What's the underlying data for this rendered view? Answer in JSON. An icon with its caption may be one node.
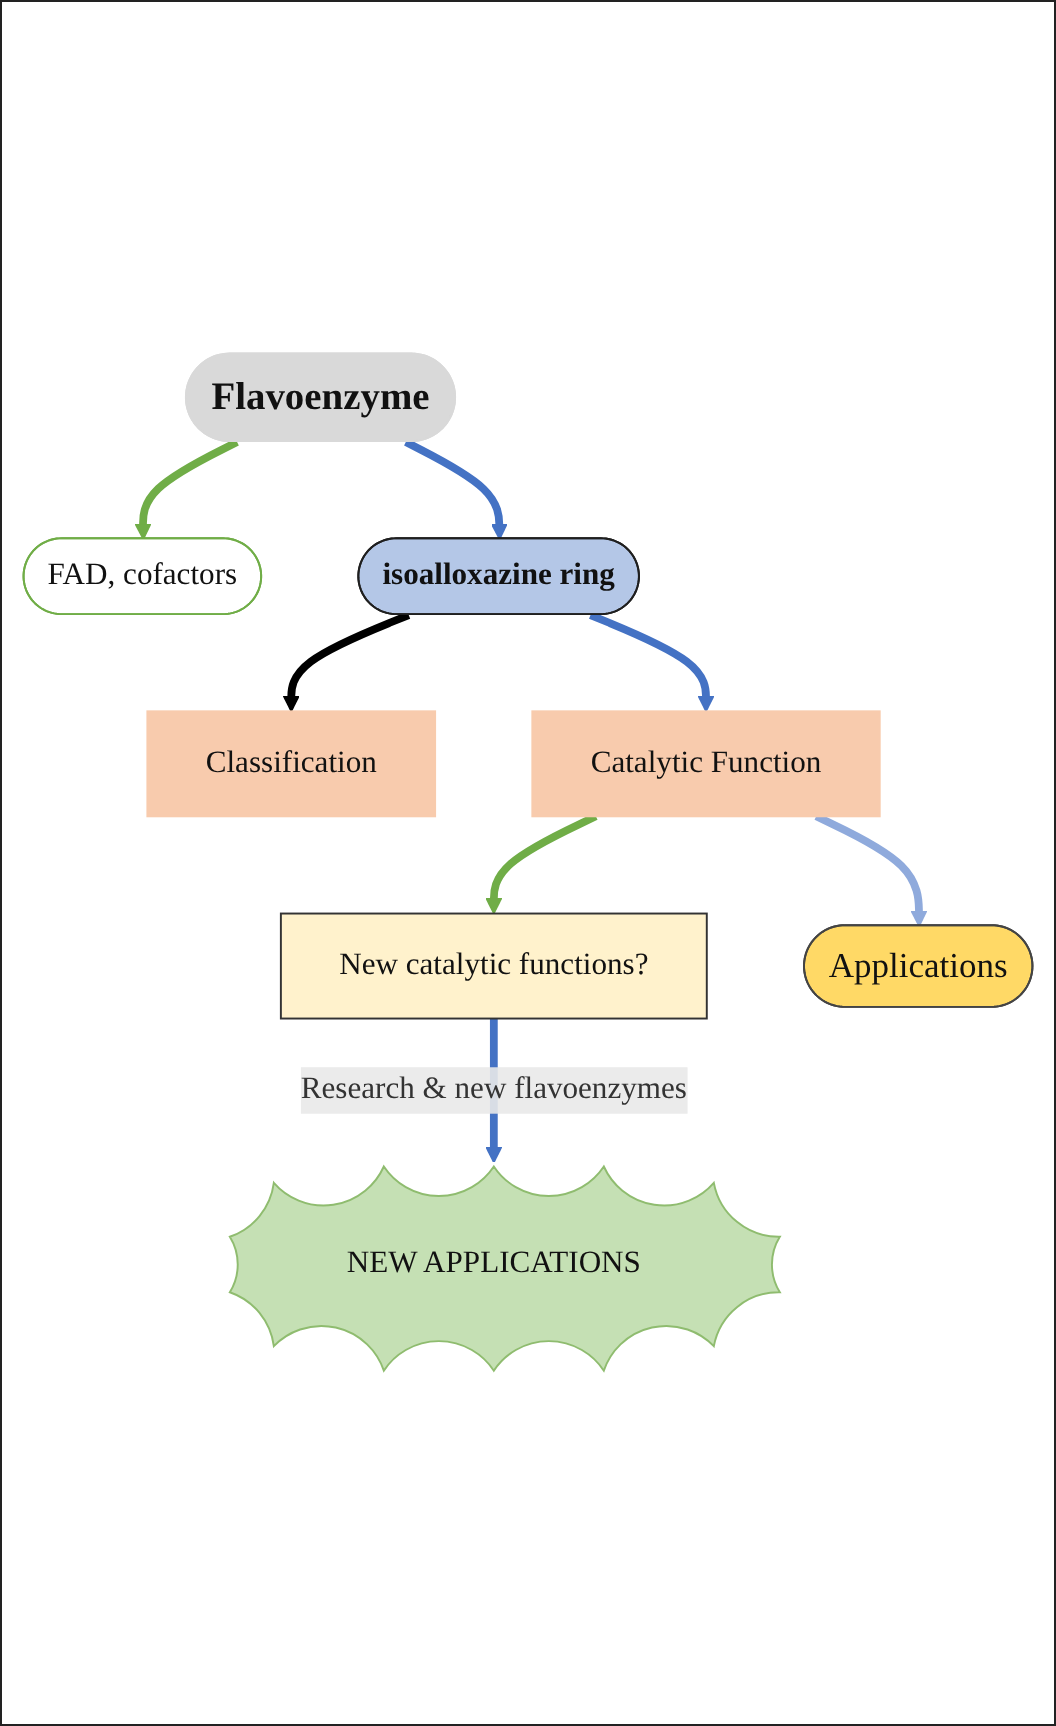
{
  "diagram": {
    "nodes": [
      {
        "text": [
          "Flavoenzyme"
        ]
      },
      {
        "text": [
          "FAD, cofactors"
        ]
      },
      {
        "text": [
          "isoalloxazine ring"
        ]
      },
      {
        "text": [
          "Classification"
        ]
      },
      {
        "text": [
          "Catalytic Function"
        ]
      },
      {
        "text": [
          "New catalytic functions?"
        ]
      },
      {
        "text": [
          "Applications"
        ]
      },
      {
        "text": [
          "NEW APPLICATIONS"
        ]
      }
    ],
    "edges": [
      {
        "from": 0,
        "to": 1,
        "arrow": "to",
        "color": "#70ad47"
      },
      {
        "from": 0,
        "to": 2,
        "arrow": "to"
      },
      {
        "from": 2,
        "to": 3,
        "arrow": "to",
        "color": "#000000"
      },
      {
        "from": 2,
        "to": 4,
        "arrow": "to"
      },
      {
        "from": 4,
        "to": 5,
        "arrow": "to",
        "color": "#70ad47"
      },
      {
        "from": 4,
        "to": 6,
        "arrow": "to",
        "color": "#8faadc"
      },
      {
        "from": 5,
        "to": 7,
        "arrow": "to",
        "label": "Research & new flavoenzymes"
      }
    ]
  }
}
